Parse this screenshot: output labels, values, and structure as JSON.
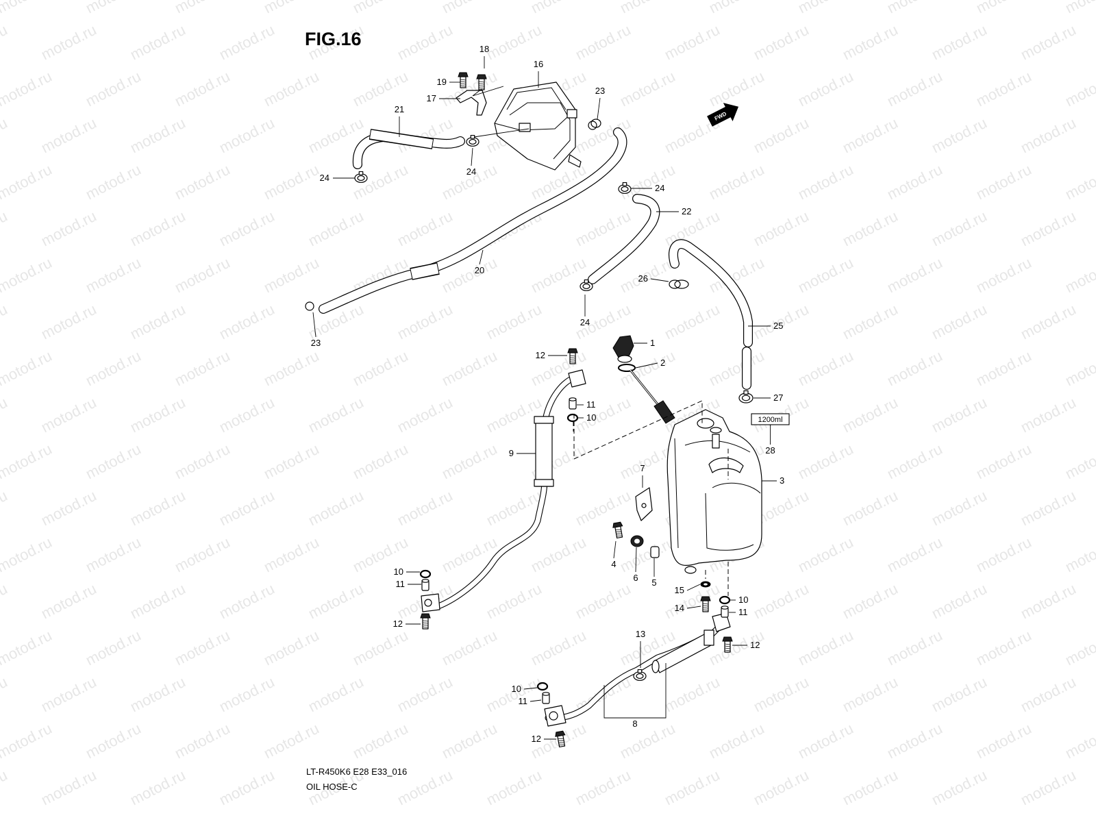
{
  "figure": {
    "title": "FIG.16",
    "watermark": "motod.ru",
    "capacity_label": "1200ml",
    "fwd_label": "FWD",
    "model_code": "LT-R450K6 E28 E33_016",
    "section_name": "OIL HOSE-C"
  },
  "callouts": [
    {
      "id": "c18",
      "label": "18"
    },
    {
      "id": "c16",
      "label": "16"
    },
    {
      "id": "c19",
      "label": "19"
    },
    {
      "id": "c17",
      "label": "17"
    },
    {
      "id": "c21",
      "label": "21"
    },
    {
      "id": "c23a",
      "label": "23"
    },
    {
      "id": "c24a",
      "label": "24"
    },
    {
      "id": "c24b",
      "label": "24"
    },
    {
      "id": "c24c",
      "label": "24"
    },
    {
      "id": "c22",
      "label": "22"
    },
    {
      "id": "c20",
      "label": "20"
    },
    {
      "id": "c26",
      "label": "26"
    },
    {
      "id": "c24d",
      "label": "24"
    },
    {
      "id": "c23b",
      "label": "23"
    },
    {
      "id": "c25",
      "label": "25"
    },
    {
      "id": "c1",
      "label": "1"
    },
    {
      "id": "c12a",
      "label": "12"
    },
    {
      "id": "c2",
      "label": "2"
    },
    {
      "id": "c11a",
      "label": "11"
    },
    {
      "id": "c10a",
      "label": "10"
    },
    {
      "id": "c27",
      "label": "27"
    },
    {
      "id": "c28",
      "label": "28"
    },
    {
      "id": "c9",
      "label": "9"
    },
    {
      "id": "c7",
      "label": "7"
    },
    {
      "id": "c3",
      "label": "3"
    },
    {
      "id": "c4",
      "label": "4"
    },
    {
      "id": "c6",
      "label": "6"
    },
    {
      "id": "c5",
      "label": "5"
    },
    {
      "id": "c10b",
      "label": "10"
    },
    {
      "id": "c11b",
      "label": "11"
    },
    {
      "id": "c15",
      "label": "15"
    },
    {
      "id": "c10c",
      "label": "10"
    },
    {
      "id": "c14",
      "label": "14"
    },
    {
      "id": "c11c",
      "label": "11"
    },
    {
      "id": "c12b",
      "label": "12"
    },
    {
      "id": "c13",
      "label": "13"
    },
    {
      "id": "c12c",
      "label": "12"
    },
    {
      "id": "c10d",
      "label": "10"
    },
    {
      "id": "c11d",
      "label": "11"
    },
    {
      "id": "c8",
      "label": "8"
    },
    {
      "id": "c12d",
      "label": "12"
    }
  ]
}
